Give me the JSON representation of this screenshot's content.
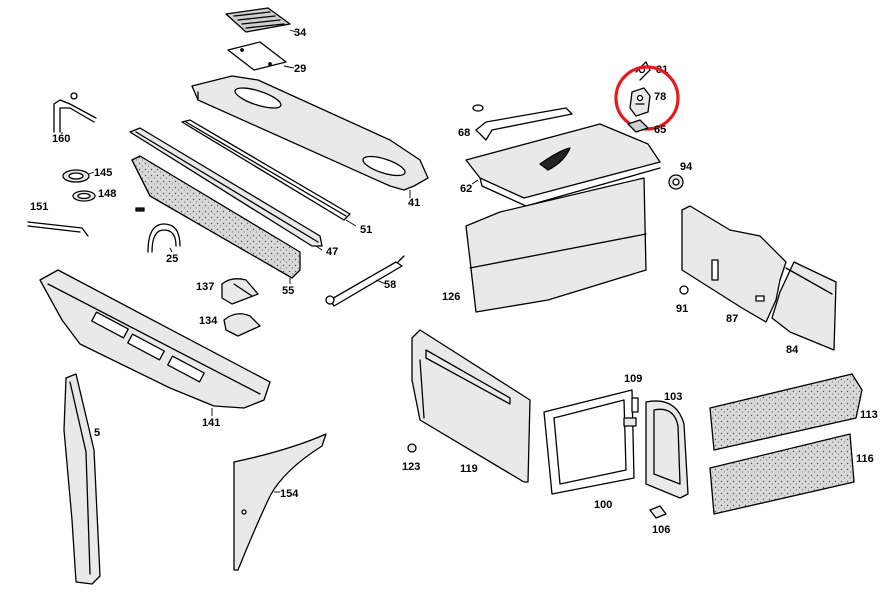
{
  "labels": {
    "p34": "34",
    "p29": "29",
    "p41": "41",
    "p51": "51",
    "p47": "47",
    "p55": "55",
    "p58": "58",
    "p160": "160",
    "p145": "145",
    "p148": "148",
    "p151": "151",
    "p25": "25",
    "p137": "137",
    "p134": "134",
    "p141": "141",
    "p5": "5",
    "p154": "154",
    "p81": "81",
    "p78": "78",
    "p65": "65",
    "p68": "68",
    "p62": "62",
    "p94": "94",
    "p126": "126",
    "p91": "91",
    "p87": "87",
    "p84": "84",
    "p109": "109",
    "p103": "103",
    "p119": "119",
    "p123": "123",
    "p100": "100",
    "p106": "106",
    "p113": "113",
    "p116": "116"
  },
  "highlighted_part": "78",
  "colors": {
    "highlight": "#e8191d",
    "line": "#000000",
    "shade": "#cfcfcf"
  }
}
